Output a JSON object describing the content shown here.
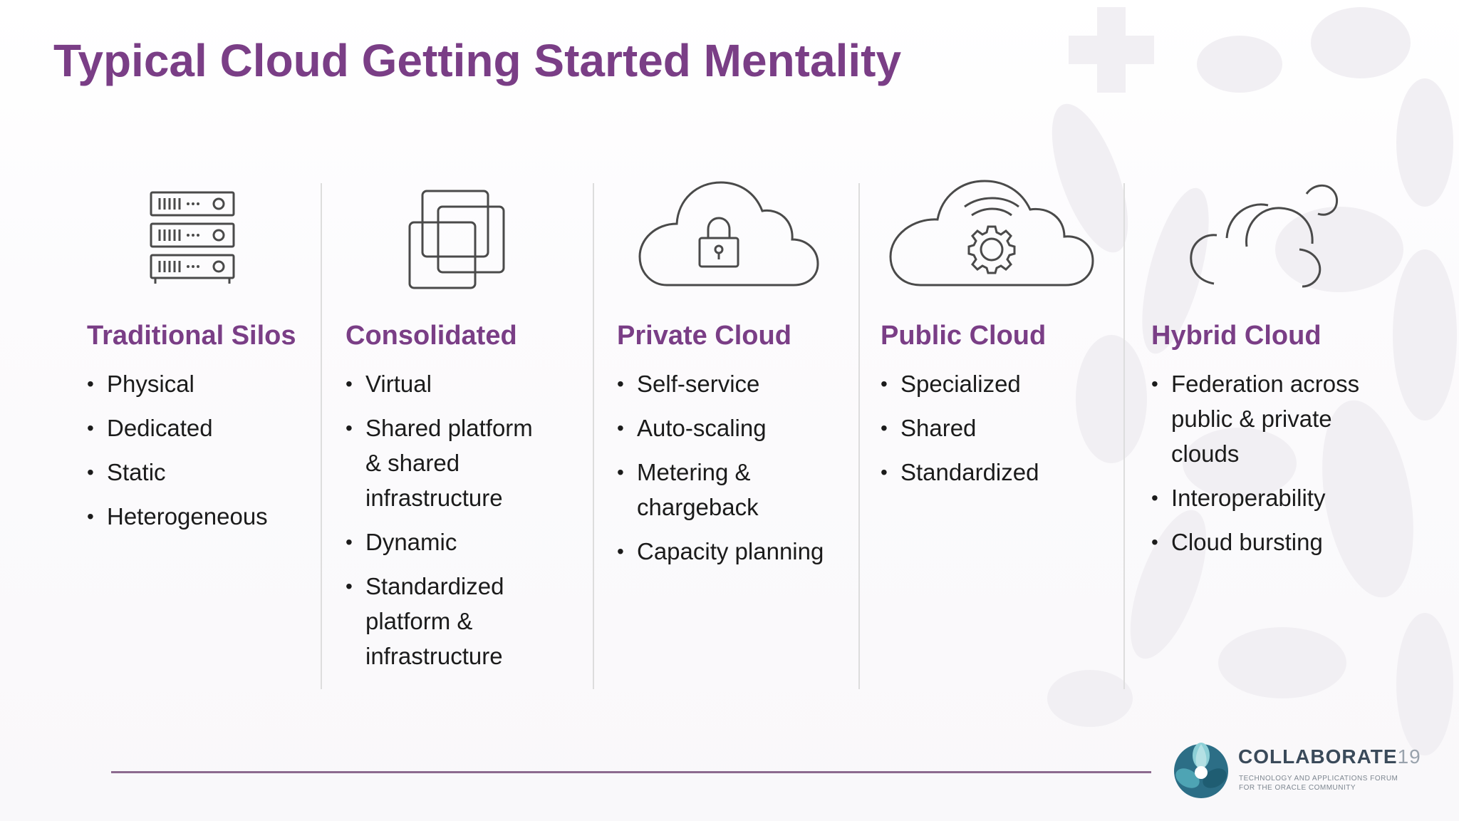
{
  "slide": {
    "title": "Typical Cloud Getting Started Mentality",
    "columns": [
      {
        "title": "Traditional Silos",
        "icon": "server-rack-icon",
        "bullets": [
          "Physical",
          "Dedicated",
          "Static",
          "Heterogeneous"
        ]
      },
      {
        "title": "Consolidated",
        "icon": "stacked-squares-icon",
        "bullets": [
          "Virtual",
          "Shared platform & shared infrastructure",
          "Dynamic",
          "Standardized platform & infrastructure"
        ]
      },
      {
        "title": "Private Cloud",
        "icon": "cloud-lock-icon",
        "bullets": [
          "Self-service",
          "Auto-scaling",
          "Metering & chargeback",
          "Capacity planning"
        ]
      },
      {
        "title": "Public Cloud",
        "icon": "cloud-gear-icon",
        "bullets": [
          "Specialized",
          "Shared",
          "Standardized"
        ]
      },
      {
        "title": "Hybrid Cloud",
        "icon": "hybrid-cloud-icon",
        "bullets": [
          "Federation across public & private clouds",
          "Interoperability",
          "Cloud bursting"
        ]
      }
    ]
  },
  "logo": {
    "name": "COLLABORATE",
    "year": "19",
    "tagline_1": "TECHNOLOGY AND APPLICATIONS FORUM",
    "tagline_2": "FOR THE ORACLE COMMUNITY"
  },
  "colors": {
    "title": "#7a3e86",
    "text": "#1b1b1b",
    "divider": "#dddddd",
    "footer_line": "#8c6a8e"
  }
}
